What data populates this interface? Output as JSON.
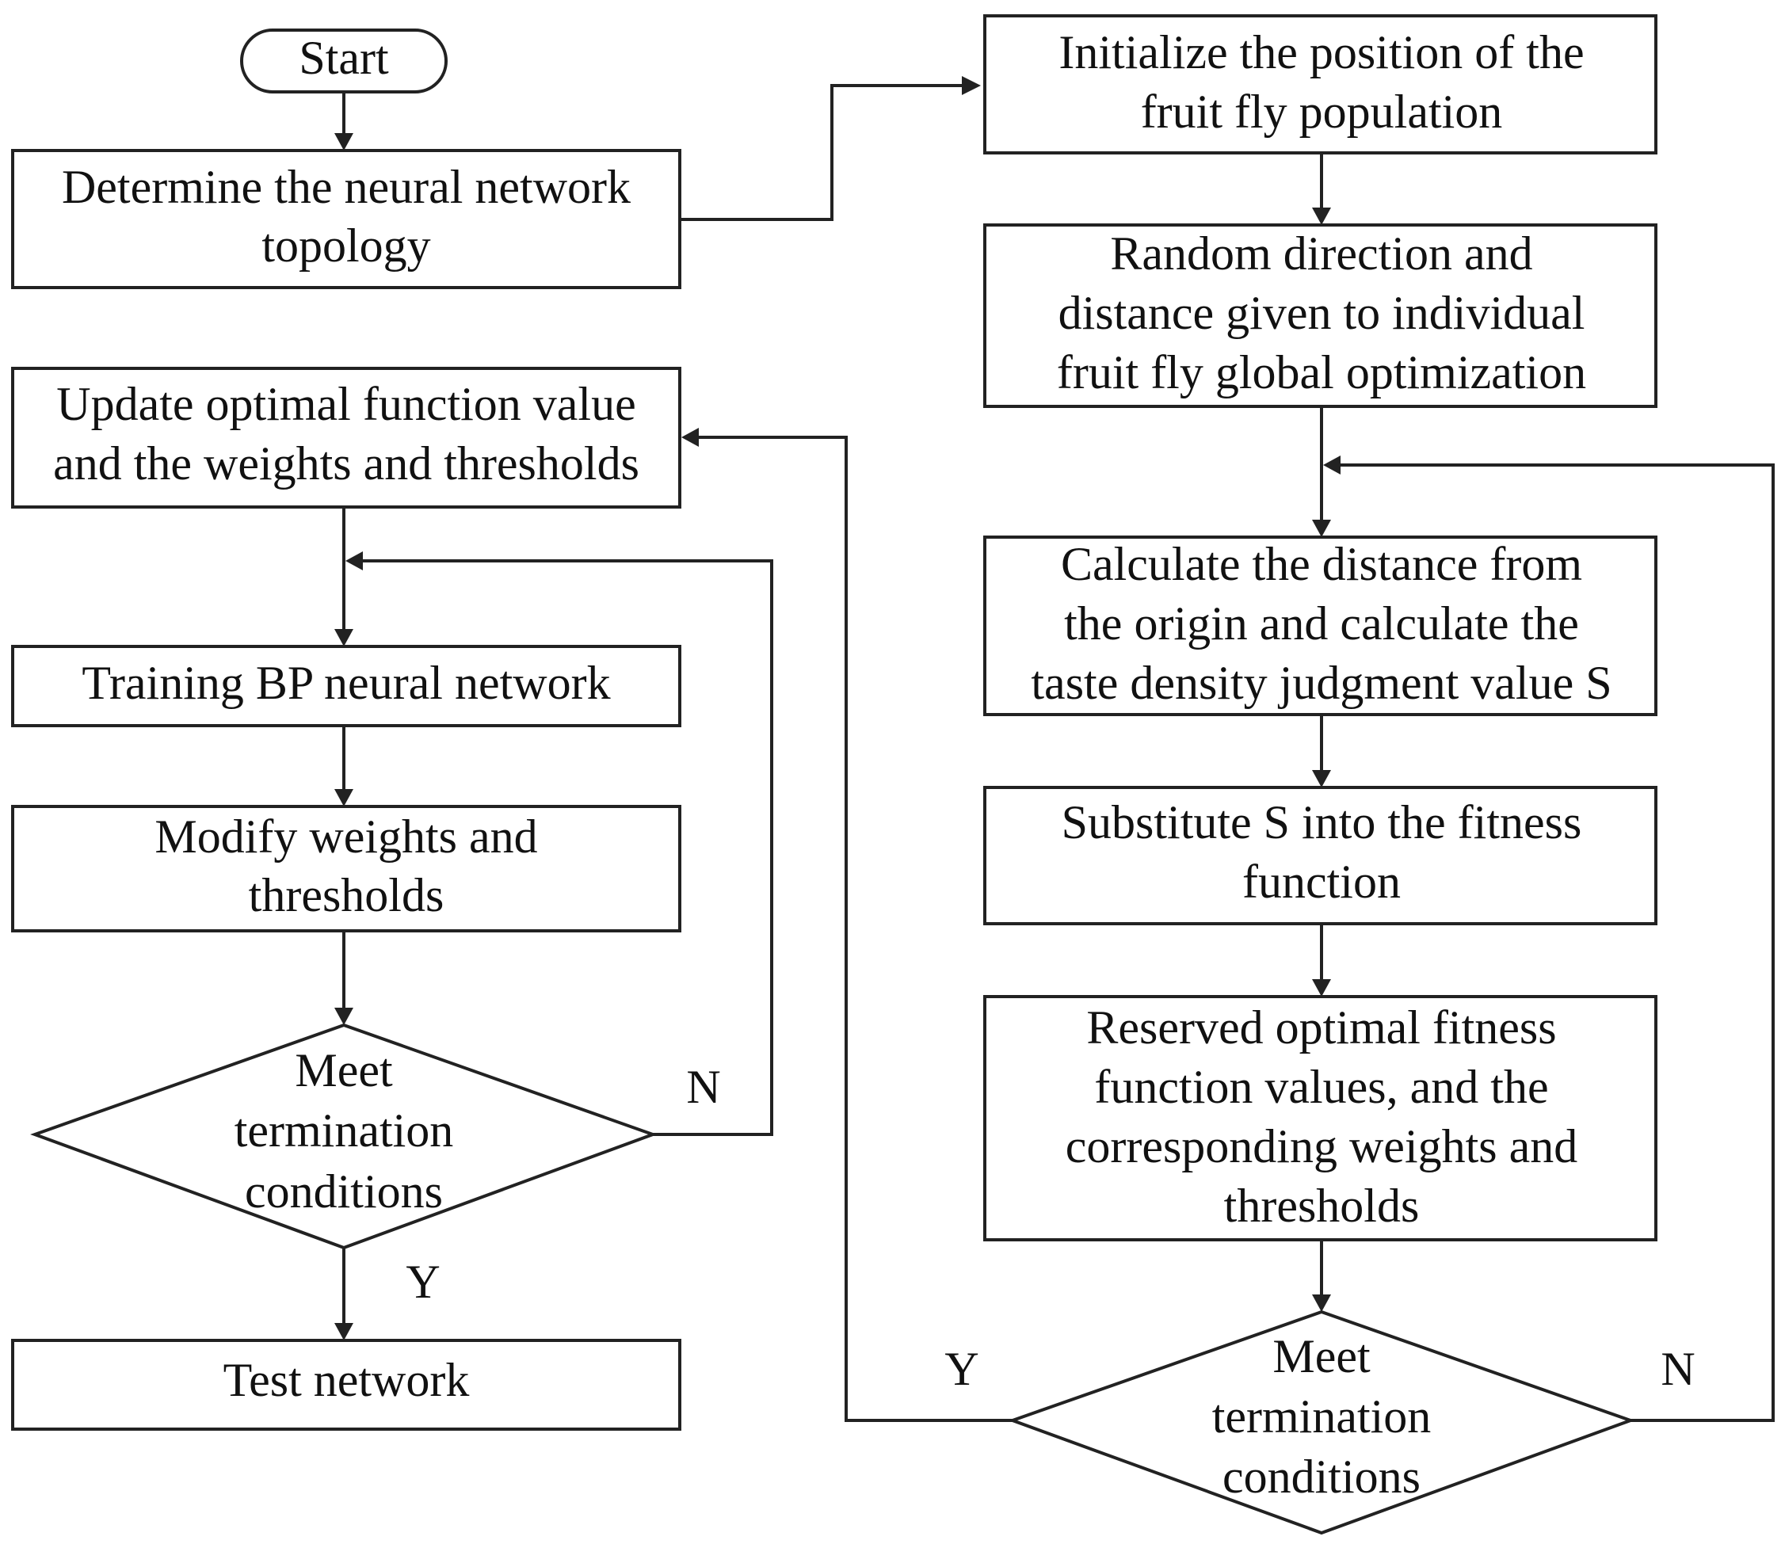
{
  "nodes": {
    "start": [
      "Start"
    ],
    "topology": [
      "Determine the neural network",
      "topology"
    ],
    "update": [
      "Update optimal function value",
      "and the weights and thresholds"
    ],
    "training": [
      "Training BP neural network"
    ],
    "modify": [
      "Modify weights and",
      "thresholds"
    ],
    "decision_left": [
      "Meet",
      "termination",
      "conditions"
    ],
    "test": [
      "Test network"
    ],
    "init": [
      "Initialize the position of the",
      "fruit fly population"
    ],
    "random": [
      "Random direction and",
      "distance given to individual",
      "fruit fly global optimization"
    ],
    "calculate": [
      "Calculate the distance from",
      "the origin and calculate the",
      "taste density judgment value S"
    ],
    "substitute": [
      "Substitute S into the fitness",
      "function"
    ],
    "reserved": [
      "Reserved optimal fitness",
      "function values, and the",
      "corresponding weights and",
      "thresholds"
    ],
    "decision_right": [
      "Meet",
      "termination",
      "conditions"
    ]
  },
  "edge_labels": {
    "left_no": "N",
    "left_yes": "Y",
    "right_yes": "Y",
    "right_no": "N"
  }
}
